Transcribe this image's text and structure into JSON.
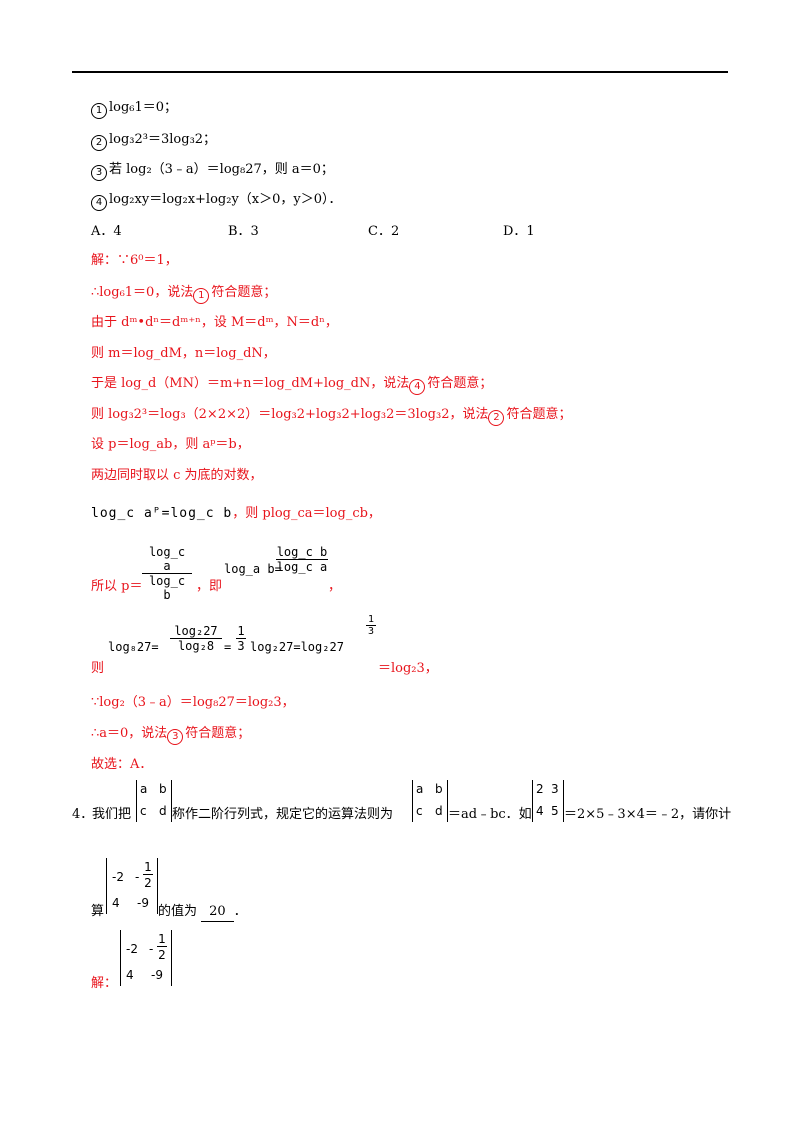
{
  "statements": {
    "s1": {
      "num": "1",
      "text": "log₆1＝0；"
    },
    "s2": {
      "num": "2",
      "text": "log₃2³＝3log₃2；"
    },
    "s3": {
      "num": "3",
      "text": "若 log₂（3﹣a）＝log₈27，则 a＝0；"
    },
    "s4": {
      "num": "4",
      "text": "log₂xy＝log₂x+log₂y（x＞0，y＞0）．"
    }
  },
  "options": {
    "A": "A．4",
    "B": "B．3",
    "C": "C．2",
    "D": "D．1"
  },
  "solution": {
    "l1": "解：∵6⁰＝1，",
    "l2a": "∴log₆1＝0，说法",
    "l2n": "1",
    "l2b": "符合题意；",
    "l3": "由于 dᵐ•dⁿ＝dᵐ⁺ⁿ，设 M＝dᵐ，N＝dⁿ，",
    "l4": "则 m＝log_dM，n＝log_dN，",
    "l5a": "于是 log_d（MN）＝m+n＝log_dM+log_dN，说法",
    "l5n": "4",
    "l5b": "符合题意；",
    "l6a": "则 log₃2³＝log₃（2×2×2）＝log₃2+log₃2+log₃2＝3log₃2，说法",
    "l6n": "2",
    "l6b": "符合题意；",
    "l7": "设 p＝log_ab，则 aᵖ＝b，",
    "l8": "两边同时取以 c 为底的对数，",
    "l9img": "log_c aᴾ=log_c b",
    "l9": "，则 plog_ca＝log_cb，",
    "l10a": "所以 p＝",
    "l10b": "，即",
    "l10c": "，",
    "f1num": "log_c a",
    "f1den": "log_c b",
    "l10mid": "log_a b=",
    "f2num": "log_c b",
    "f2den": "log_c a",
    "l11a": "则",
    "l11left": "log₈27=",
    "f3num": "log₂27",
    "f3den": "log₂8",
    "l11mid1": "=",
    "f4num": "1",
    "f4den": "3",
    "l11mid2": "log₂27=log₂27",
    "expnum": "1",
    "expden": "3",
    "l11b": "＝log₂3，",
    "l12": "∵log₂（3﹣a）＝log₈27＝log₂3，",
    "l13a": "∴a＝0，说法",
    "l13n": "3",
    "l13b": "符合题意；",
    "l14": "故选：A．"
  },
  "q4": {
    "num": "4．",
    "t1": "我们把",
    "t2": "称作二阶行列式，规定它的运算法则为",
    "t3": "＝ad﹣bc．如",
    "t4": "＝2×5﹣3×4＝﹣2，请你计",
    "det1": {
      "a": "a",
      "b": "b",
      "c": "c",
      "d": "d"
    },
    "det2": {
      "a": "a",
      "b": "b",
      "c": "c",
      "d": "d"
    },
    "det3": {
      "a": "2",
      "b": "3",
      "c": "4",
      "d": "5"
    },
    "line2a": "算",
    "line2b": "的值为",
    "answer": "20",
    "line2c": "．",
    "detq": {
      "a": "-2",
      "bnum": "1",
      "bden": "2",
      "bsign": "-",
      "c": "4",
      "d": "-9"
    },
    "sol": "解："
  }
}
